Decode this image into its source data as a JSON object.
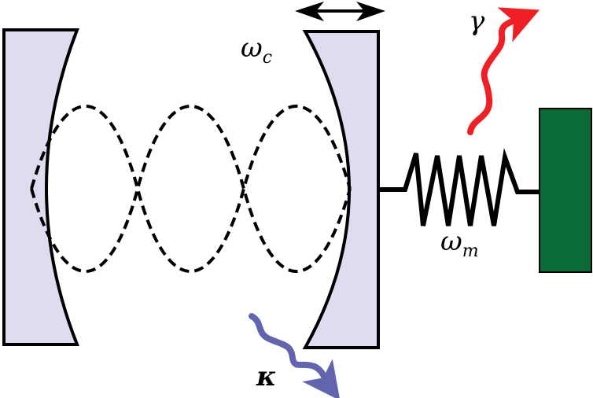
{
  "labels": {
    "cavity_frequency": {
      "main": "ω",
      "sub": "c"
    },
    "mechanical_frequency": {
      "main": "ω",
      "sub": "m"
    },
    "mechanical_damping": "γ",
    "cavity_decay": "κ"
  },
  "colors": {
    "mirror_fill": "#dedcee",
    "support_fill": "#0b6b37",
    "gamma_arrow": "#ee2026",
    "kappa_arrow": "#6265ae"
  }
}
